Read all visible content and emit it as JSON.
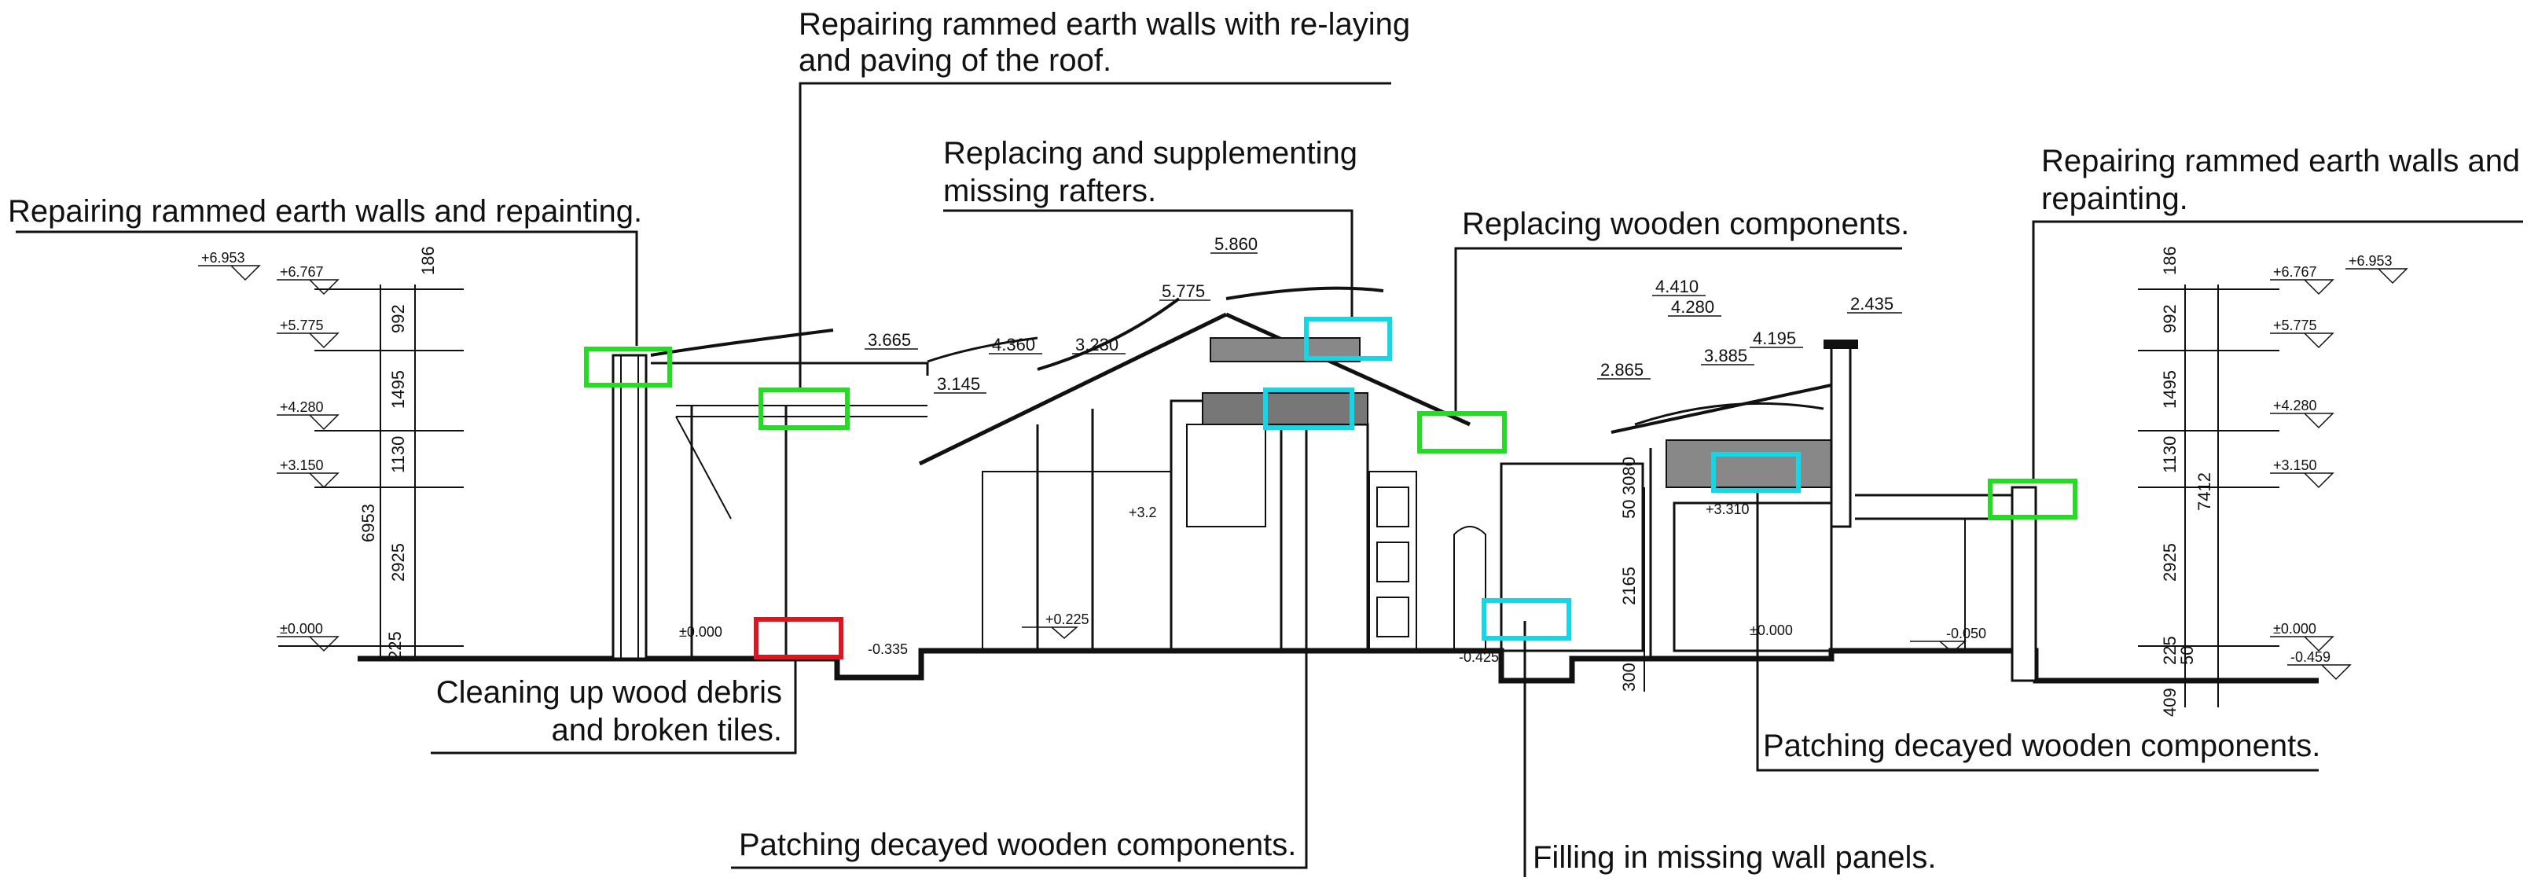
{
  "annotations": {
    "left_walls": "Repairing rammed earth walls and repainting.",
    "roof_line1": "Repairing rammed earth walls with re-laying",
    "roof_line2": "and paving of the roof.",
    "rafters_line1": "Replacing and supplementing",
    "rafters_line2": "missing rafters.",
    "wooden": "Replacing wooden components.",
    "right_walls_line1": "Repairing rammed earth walls and",
    "right_walls_line2": "repainting.",
    "cleanup_line1": "Cleaning up wood debris",
    "cleanup_line2": "and broken tiles.",
    "patch_bottom": "Patching decayed wooden components.",
    "patch_right": "Patching decayed wooden components.",
    "wall_panels": "Filling in missing wall panels."
  },
  "left_elevations": [
    "+6.953",
    "+6.767",
    "+5.775",
    "+4.280",
    "+3.150",
    "±0.000"
  ],
  "left_dims": [
    "186",
    "992",
    "1495",
    "1130",
    "2925",
    "225",
    "6953"
  ],
  "right_elevations": [
    "+6.767",
    "+6.953",
    "+5.775",
    "+4.280",
    "+3.150",
    "±0.000",
    "-0.459"
  ],
  "right_dims": [
    "186",
    "992",
    "1495",
    "1130",
    "2925",
    "225",
    "50",
    "409",
    "7412"
  ],
  "section_heights": [
    "5.860",
    "5.775",
    "3.665",
    "3.145",
    "4.360",
    "3.230",
    "4.410",
    "4.280",
    "3.885",
    "4.195",
    "2.865",
    "2.435"
  ],
  "section_levels": [
    "±0.000",
    "-0.335",
    "+0.225",
    "+3.2",
    "-0.425",
    "+3.310",
    "±0.000",
    "-0.050"
  ],
  "center_dims": [
    "50",
    "3080",
    "2165",
    "300"
  ],
  "legend_colors": {
    "repair": "#22dd22",
    "replace": "#11d8e8",
    "cleanup": "#e0141e"
  }
}
